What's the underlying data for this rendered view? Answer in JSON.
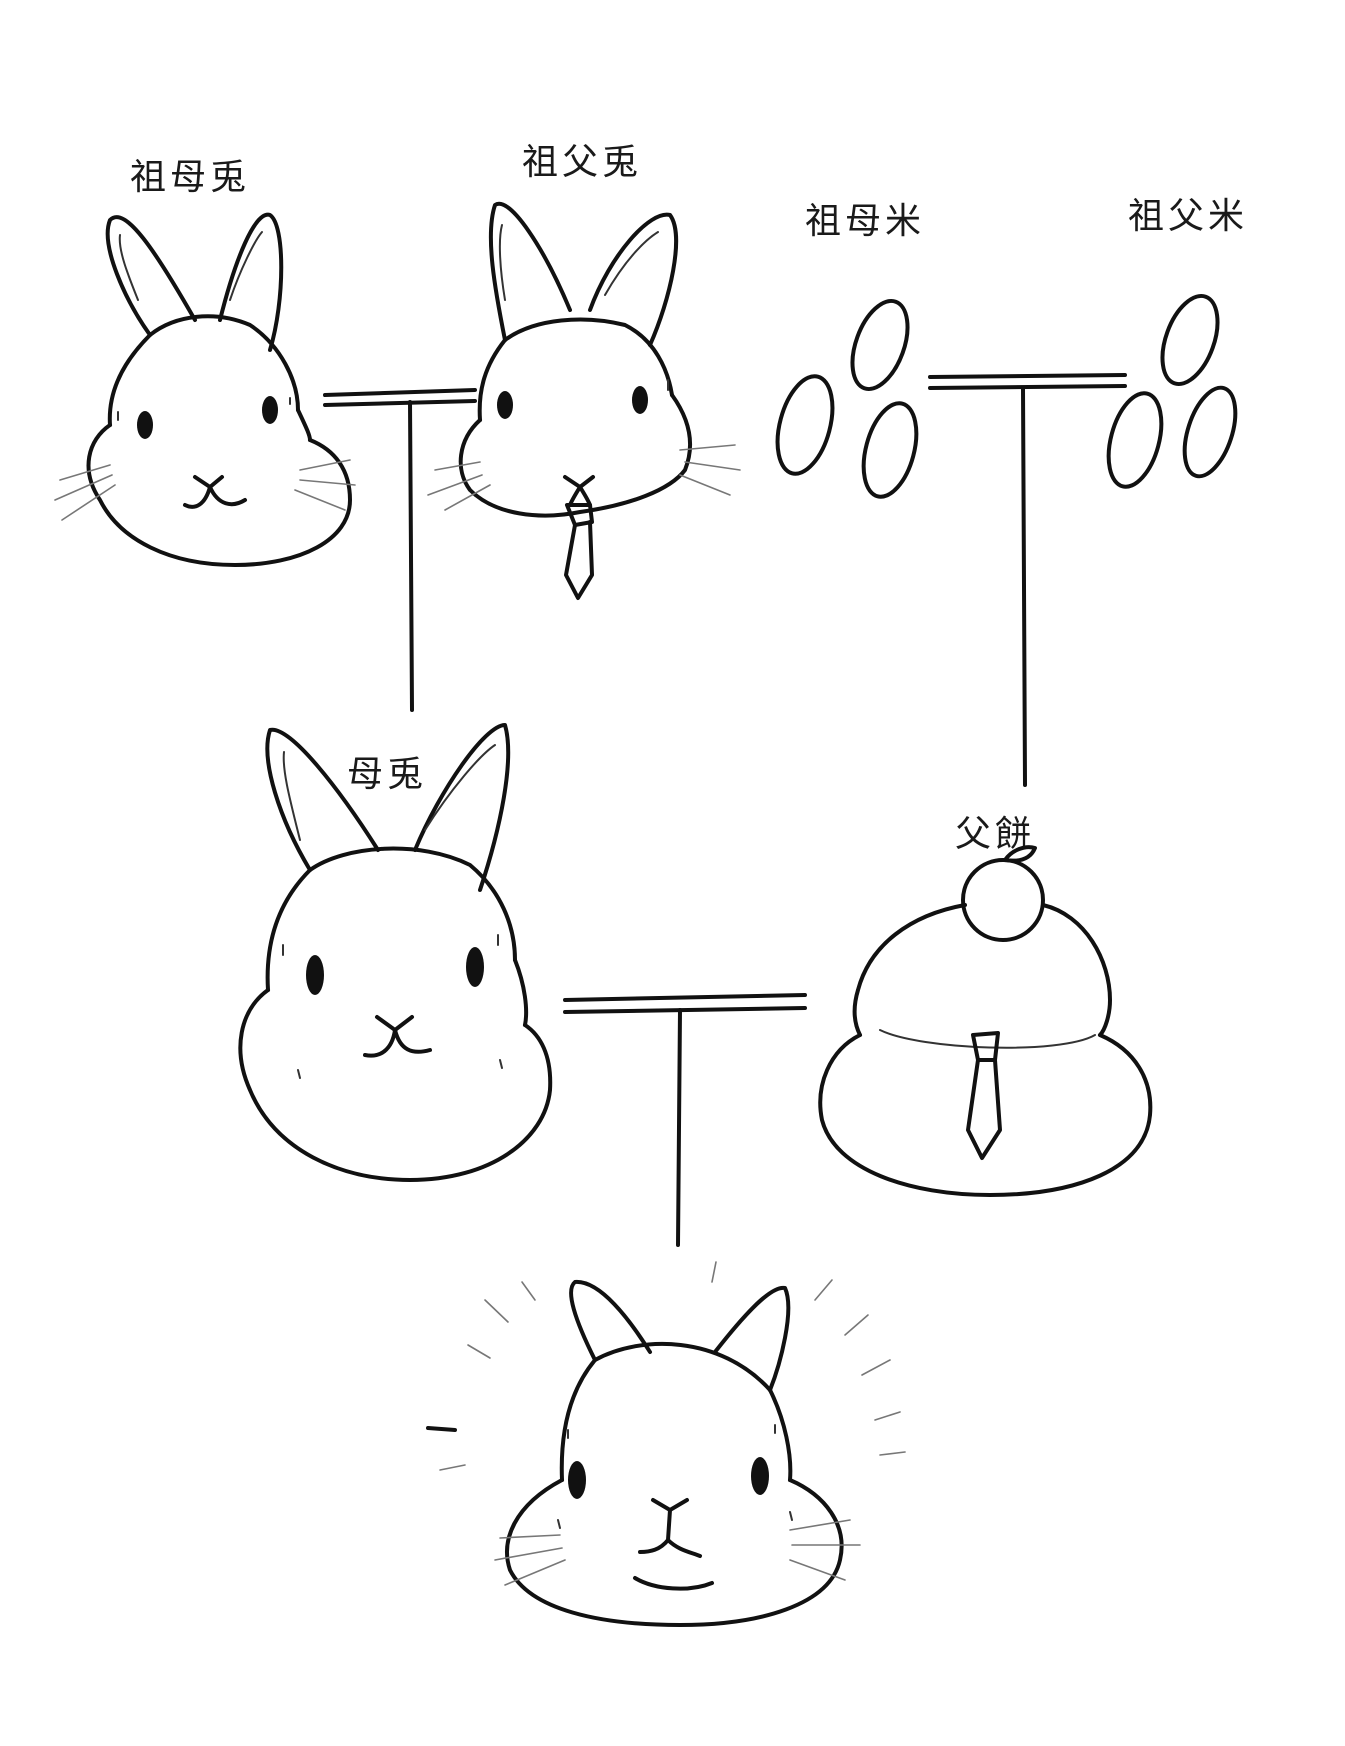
{
  "labels": {
    "grandmother_rabbit": "祖母兎",
    "grandfather_rabbit": "祖父兎",
    "grandmother_rice": "祖母米",
    "grandfather_rice": "祖父米",
    "mother_rabbit": "母兎",
    "father_mochi": "父餅"
  },
  "colors": {
    "ink": "#111111",
    "background": "#ffffff"
  }
}
